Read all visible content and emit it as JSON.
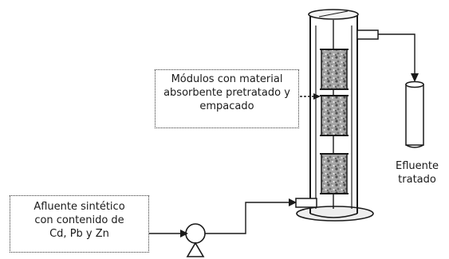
{
  "labels": {
    "modules": [
      "Módulos con material",
      "absorbente pretratado y",
      "empacado"
    ],
    "afluente": [
      "Afluente sintético",
      "con contenido de",
      "Cd, Pb y Zn"
    ],
    "efluente": [
      "Efluente",
      "tratado"
    ]
  },
  "colors": {
    "stroke": "#1a1a1a",
    "packing_fill": "#9a9a9a",
    "packing_dark": "#5a5a5a"
  }
}
